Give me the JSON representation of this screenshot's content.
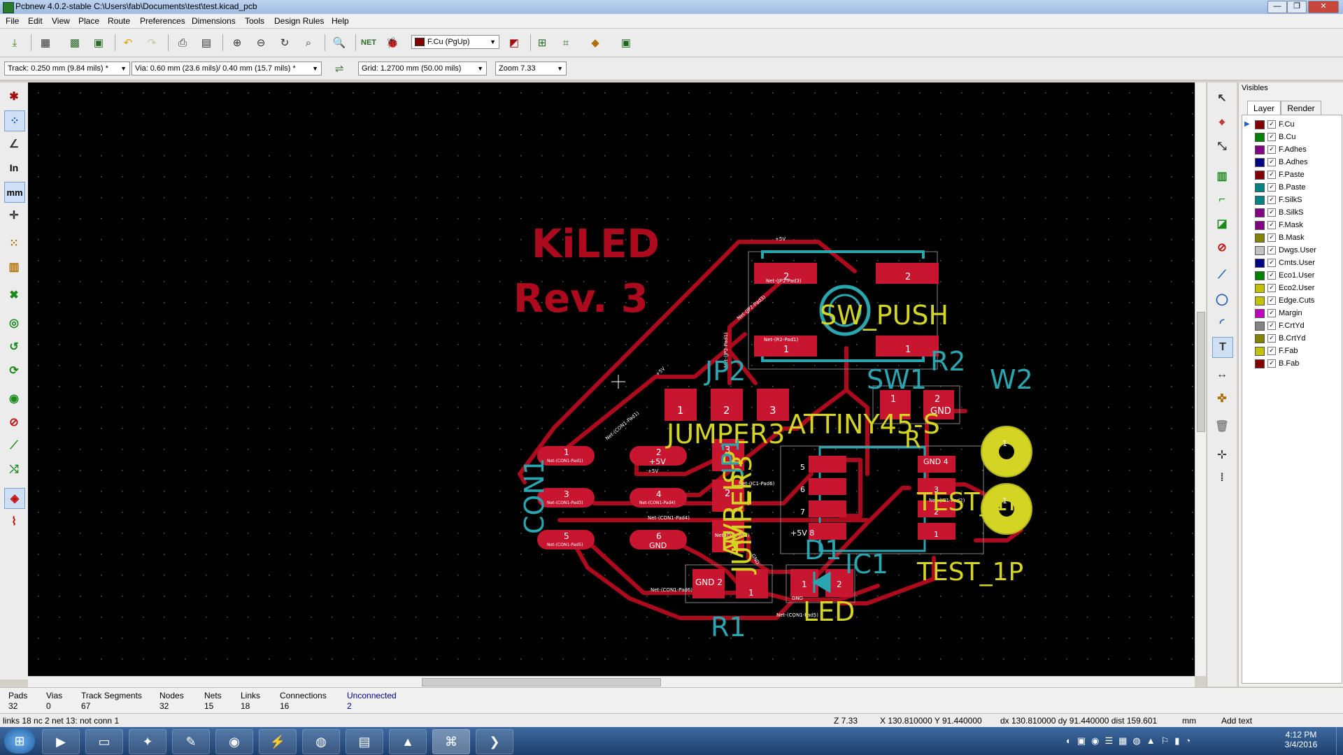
{
  "window": {
    "title": "Pcbnew 4.0.2-stable C:\\Users\\fab\\Documents\\test\\test.kicad_pcb"
  },
  "menu": [
    "File",
    "Edit",
    "View",
    "Place",
    "Route",
    "Preferences",
    "Dimensions",
    "Tools",
    "Design Rules",
    "Help"
  ],
  "toolbar": {
    "layer_select": "F.Cu (PgUp)",
    "track": "Track: 0.250 mm (9.84 mils) *",
    "via": "Via: 0.60 mm (23.6 mils)/ 0.40 mm (15.7 mils) *",
    "grid": "Grid: 1.2700 mm (50.00 mils)",
    "zoom": "Zoom 7.33"
  },
  "left_toolbar": {
    "in_label": "In",
    "mm_label": "mm"
  },
  "board": {
    "title_text": "KiLED",
    "rev_text": "Rev. 3",
    "labels": {
      "sw_push": "SW_PUSH",
      "sw1": "SW1",
      "r2": "R2",
      "w2": "W2",
      "jp2": "JP2",
      "jumper3a": "JUMPER3",
      "attiny": "ATTINY45-S",
      "r_a": "R",
      "con1": "CON1",
      "avr_isp": "AVR_ISP",
      "jp1": "JP1",
      "jumper3b": "JUMPER3",
      "r_b": "R",
      "test1": "TEST_1P",
      "d1": "D1",
      "ic1": "IC1",
      "test2": "TEST_1P",
      "led": "LED",
      "r1": "R1"
    },
    "pads": {
      "p1": "1",
      "p2": "2",
      "p3": "3",
      "p4": "4",
      "p5": "5",
      "p6": "6",
      "p7": "7",
      "p8": "8",
      "p5v": "+5V",
      "pgnd": "GND",
      "pgnd2": "GND 2",
      "pgnd4": "GND 4",
      "p5v8": "+5V 8"
    },
    "nets": {
      "n5v": "+5V",
      "ngnd": "GND",
      "con1_pad1": "Net-(CON1-Pad1)",
      "con1_pad3": "Net-(CON1-Pad3)",
      "con1_pad5": "Net-(CON1-Pad5)",
      "con1_pad4": "Net-(CON1-Pad4)",
      "con1_pad6": "Net-(CON1-Pad6)",
      "jp2_pad3": "Net-(JP2-Pad3)",
      "jp2_pad1": "Net-(JP2-Pad1)",
      "r2_pad1": "Net-(R2-Pad1)",
      "ic1_pad2": "Net-(IC1-Pad2)",
      "ic1_pad6": "Net-(IC1-Pad6)",
      "d1_pad1": "Net-(D1-Pad1)"
    }
  },
  "layers_panel": {
    "header": "Visibles",
    "tabs": [
      "Layer",
      "Render"
    ],
    "layers": [
      {
        "name": "F.Cu",
        "color": "#840000"
      },
      {
        "name": "B.Cu",
        "color": "#008400"
      },
      {
        "name": "F.Adhes",
        "color": "#840084"
      },
      {
        "name": "B.Adhes",
        "color": "#000084"
      },
      {
        "name": "F.Paste",
        "color": "#840000"
      },
      {
        "name": "B.Paste",
        "color": "#008484"
      },
      {
        "name": "F.SilkS",
        "color": "#008484"
      },
      {
        "name": "B.SilkS",
        "color": "#840084"
      },
      {
        "name": "F.Mask",
        "color": "#840084"
      },
      {
        "name": "B.Mask",
        "color": "#848400"
      },
      {
        "name": "Dwgs.User",
        "color": "#c2c2c2"
      },
      {
        "name": "Cmts.User",
        "color": "#000084"
      },
      {
        "name": "Eco1.User",
        "color": "#008400"
      },
      {
        "name": "Eco2.User",
        "color": "#c2c200"
      },
      {
        "name": "Edge.Cuts",
        "color": "#c2c200"
      },
      {
        "name": "Margin",
        "color": "#c200c2"
      },
      {
        "name": "F.CrtYd",
        "color": "#848484"
      },
      {
        "name": "B.CrtYd",
        "color": "#848400"
      },
      {
        "name": "F.Fab",
        "color": "#c2c200"
      },
      {
        "name": "B.Fab",
        "color": "#840000"
      }
    ]
  },
  "stats": {
    "pads_label": "Pads",
    "pads": "32",
    "vias_label": "Vias",
    "vias": "0",
    "tracks_label": "Track Segments",
    "tracks": "67",
    "nodes_label": "Nodes",
    "nodes": "32",
    "nets_label": "Nets",
    "nets": "15",
    "links_label": "Links",
    "links": "18",
    "connections_label": "Connections",
    "connections": "16",
    "unconnected_label": "Unconnected",
    "unconnected": "2"
  },
  "messages": {
    "left": "links 18 nc 2   net 13: not conn 1",
    "zoom": "Z 7.33",
    "pos": "X 130.810000  Y 91.440000",
    "delta": "dx 130.810000  dy 91.440000  dist 159.601",
    "units": "mm",
    "tool": "Add text"
  },
  "clock": {
    "time": "4:12 PM",
    "date": "3/4/2016"
  },
  "colors": {
    "fcu": "#ad0a1e",
    "silk": "#d4d424",
    "fab": "#2aa6b0",
    "pad": "#c81530",
    "canvas": "#000000"
  }
}
